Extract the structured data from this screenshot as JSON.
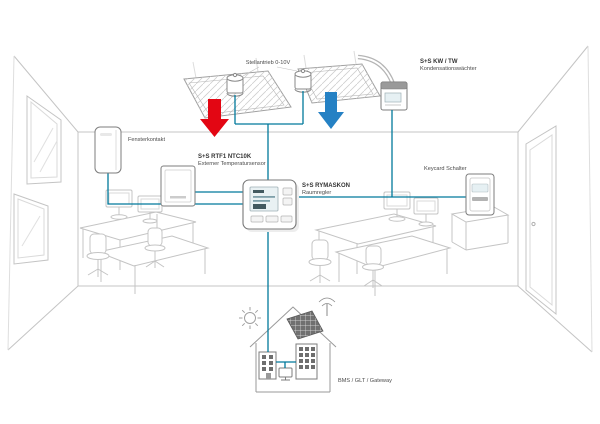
{
  "diagram": {
    "labels": {
      "actuator": "Stellantrieb 0-10V",
      "condensation_title": "S+S KW / TW",
      "condensation_subtitle": "Kondensationswächter",
      "window_contact": "Fensterkontakt",
      "temp_sensor_title": "S+S RTF1 NTC10K",
      "temp_sensor_subtitle": "Externer Temperatursensor",
      "controller_title": "S+S RYMASKON",
      "controller_subtitle": "Raumregler",
      "keycard": "Keycard Schalter",
      "gateway": "BMS / GLT / Gateway"
    },
    "colors": {
      "connection_line": "#00799c",
      "heating_arrow": "#e30613",
      "cooling_arrow": "#2581c4",
      "line_art": "#c4c4c4"
    }
  }
}
